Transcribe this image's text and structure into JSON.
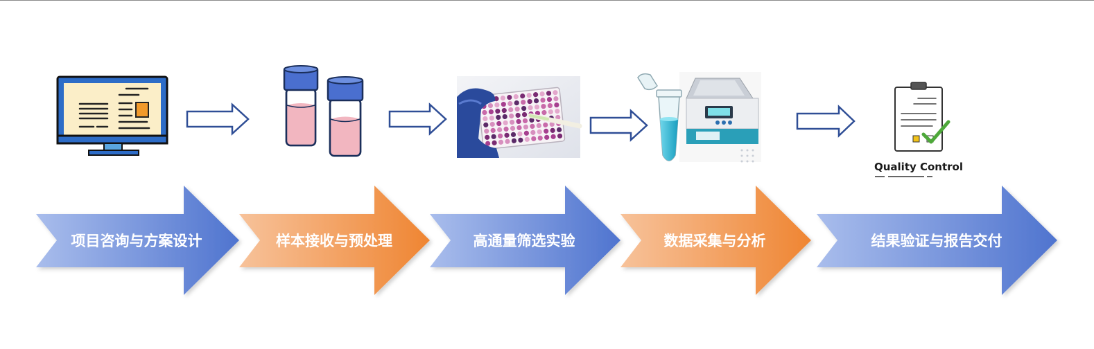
{
  "process": {
    "steps": [
      {
        "label": "项目咨询与方案设计",
        "icon": "computer-monitor-icon"
      },
      {
        "label": "样本接收与预处理",
        "icon": "sample-vials-icon"
      },
      {
        "label": "高通量筛选实验",
        "icon": "well-plate-photo"
      },
      {
        "label": "数据采集与分析",
        "icon": "centrifuge-tube-analyzer-icon"
      },
      {
        "label": "结果验证与报告交付",
        "icon": "clipboard-checklist-icon"
      }
    ],
    "quality_control_label": "Quality Control"
  },
  "colors": {
    "blue_arrow": "#6f8fd6",
    "orange_arrow": "#f08a3c",
    "outline_arrow": "#2f4e96",
    "accent_blue": "#4a6fcf",
    "pink_liquid": "#f2b6c0",
    "cyan_liquid": "#29b7d3",
    "check_green": "#4ea83a"
  }
}
